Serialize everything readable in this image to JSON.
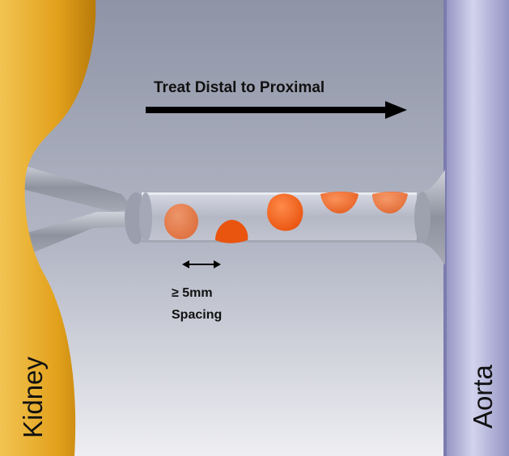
{
  "labels": {
    "title": "Treat Distal to Proximal",
    "spacing_value": "≥ 5mm",
    "spacing_word": "Spacing",
    "kidney": "Kidney",
    "aorta": "Aorta"
  },
  "colors": {
    "kidney": "#e3a31c",
    "aorta": "#a9a9cf",
    "lesion": "#f0611a",
    "vessel": "#b8bcc8",
    "arrow": "#000000"
  }
}
